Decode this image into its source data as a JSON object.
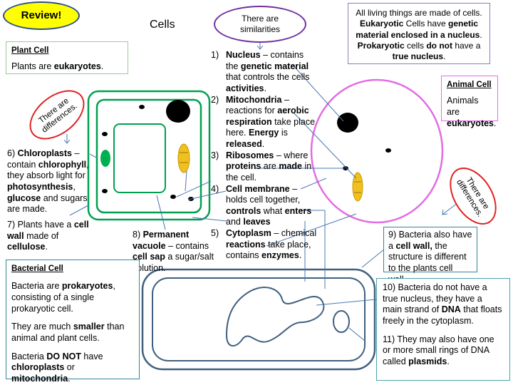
{
  "review": "Review!",
  "title": "Cells",
  "similarities": "There are similarities",
  "all_cells": [
    "All living things are made of cells. ",
    "Eukaryotic",
    " Cells have ",
    "genetic material enclosed in a nucleus",
    ". ",
    "Prokaryotic",
    " cells ",
    "do not",
    " have a ",
    "true nucleus",
    "."
  ],
  "plant_cell": {
    "heading": "Plant Cell",
    "text": [
      "Plants are ",
      "eukaryotes",
      "."
    ]
  },
  "animal_cell": {
    "heading": "Animal Cell",
    "text": [
      "Animals are ",
      "eukaryotes",
      "."
    ]
  },
  "differences_left": "There are differences.",
  "differences_right": "There are differences.",
  "organelles": [
    {
      "num": "1)",
      "parts": [
        "Nucleus",
        " – contains the ",
        "genetic material",
        " that controls the cells ",
        "activities",
        "."
      ]
    },
    {
      "num": "2)",
      "parts": [
        "Mitochondria",
        " – reactions for ",
        "aerobic respiration",
        " take place here. ",
        "Energy",
        " is ",
        "released",
        "."
      ]
    },
    {
      "num": "3)",
      "parts": [
        "Ribosomes",
        " – where ",
        "proteins",
        " are ",
        "made",
        " in the cell."
      ]
    },
    {
      "num": "4)",
      "parts": [
        "Cell membrane",
        " – holds cell together, ",
        "controls",
        " what ",
        "enters",
        " and ",
        "leaves"
      ]
    },
    {
      "num": "5)",
      "parts": [
        "Cytoplasm",
        " – chemical ",
        "reactions",
        " take place, contains ",
        "enzymes",
        "."
      ]
    }
  ],
  "chloroplasts": [
    "6) ",
    "Chloroplasts",
    " – contain ",
    "chlorophyll",
    ", they absorb light for ",
    "photosynthesis",
    ", ",
    "glucose",
    " and sugars are made."
  ],
  "cell_wall": [
    "7) Plants have a ",
    "cell wall",
    " made of ",
    "cellulose",
    "."
  ],
  "vacuole": [
    "8) ",
    "Permanent vacuole",
    " – contains ",
    "cell sap",
    " a sugar/salt solution."
  ],
  "bacteria_wall": [
    "9) Bacteria also have a ",
    "cell  wall,",
    " the structure is different to the plants cell wall."
  ],
  "bacterial_cell": {
    "heading": "Bacterial Cell",
    "p1": [
      "Bacteria are ",
      "prokaryotes",
      ", consisting of a single prokaryotic cell."
    ],
    "p2": [
      "They are much ",
      "smaller",
      " than animal and plant cells."
    ],
    "p3": [
      "Bacteria ",
      "DO NOT",
      " have ",
      "chloroplasts",
      " or ",
      "mitochondria",
      "."
    ]
  },
  "dna": [
    "10) Bacteria do not have a true nucleus, they have a main strand of ",
    "DNA",
    " that floats freely in the cytoplasm."
  ],
  "plasmids": [
    "11) They may also have one or more small rings of DNA called ",
    "plasmids",
    "."
  ],
  "colors": {
    "review_bg": "#ffff00",
    "plant_wall": "#00a050",
    "chloroplast": "#00b050",
    "mitochondria": "#f0c020",
    "animal_membrane": "#e36ce3",
    "bacterium": "#3f5f7f",
    "differences_border": "#e02020",
    "similarities_border": "#7030a0"
  }
}
